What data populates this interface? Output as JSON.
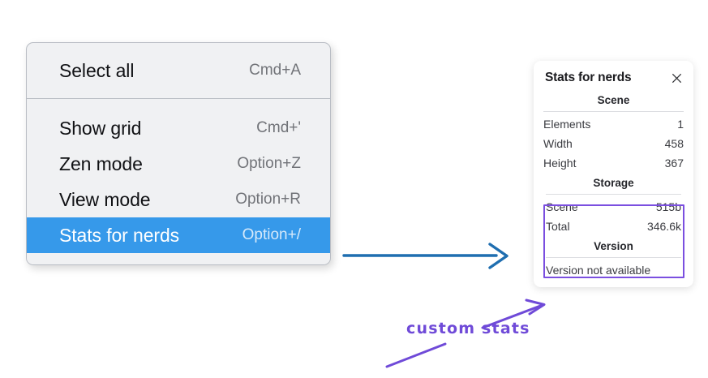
{
  "context_menu": {
    "groups": [
      {
        "name": "group-primary",
        "items": [
          {
            "label": "Select all",
            "shortcut": "Cmd+A",
            "selected": false
          }
        ]
      },
      {
        "name": "group-view",
        "items": [
          {
            "label": "Show grid",
            "shortcut": "Cmd+'",
            "selected": false
          },
          {
            "label": "Zen mode",
            "shortcut": "Option+Z",
            "selected": false
          },
          {
            "label": "View mode",
            "shortcut": "Option+R",
            "selected": false
          },
          {
            "label": "Stats for nerds",
            "shortcut": "Option+/",
            "selected": true
          }
        ]
      }
    ],
    "highlight_color": "#3699ea"
  },
  "stats_panel": {
    "title": "Stats for nerds",
    "close_icon": "close-icon",
    "sections": [
      {
        "name": "scene",
        "title": "Scene",
        "rows": [
          {
            "key": "Elements",
            "value": "1"
          },
          {
            "key": "Width",
            "value": "458"
          },
          {
            "key": "Height",
            "value": "367"
          }
        ]
      },
      {
        "name": "storage",
        "title": "Storage",
        "rows": [
          {
            "key": "Scene",
            "value": "515b"
          },
          {
            "key": "Total",
            "value": "346.6k"
          }
        ]
      },
      {
        "name": "version",
        "title": "Version",
        "text": "Version not available"
      }
    ],
    "highlight_color": "#7b4fe0"
  },
  "annotations": {
    "handwritten_label": "custom stats",
    "ink_color": "#6f4ad8",
    "flow_arrow_color": "#1f6eb0"
  }
}
